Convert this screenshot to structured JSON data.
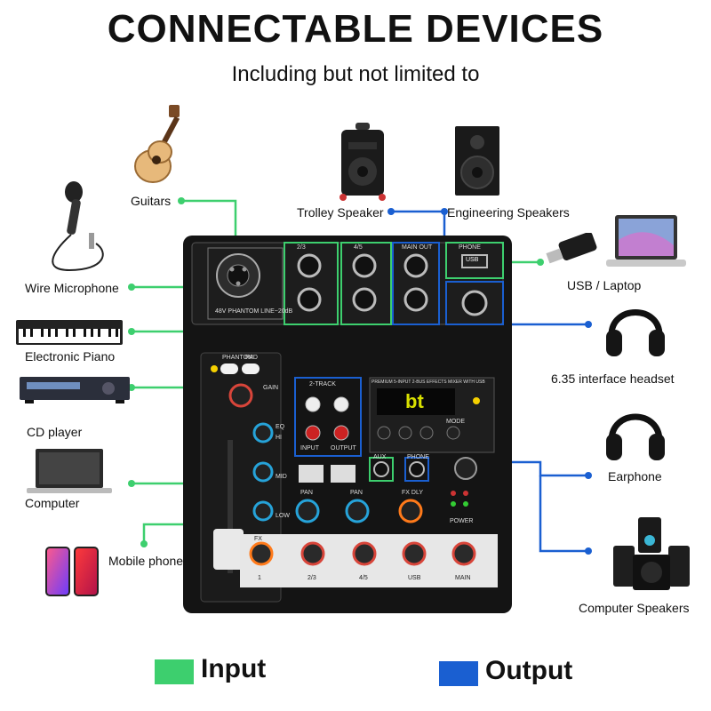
{
  "title": "CONNECTABLE DEVICES",
  "subtitle": "Including but not limited to",
  "colors": {
    "input": "#3dcf6e",
    "output": "#1a5fd1",
    "mixer": "#141414"
  },
  "devices": {
    "guitars": "Guitars",
    "wire_microphone": "Wire Microphone",
    "electronic_piano": "Electronic Piano",
    "cd_player": "CD player",
    "computer": "Computer",
    "mobile_phone": "Mobile phone",
    "trolley_speaker": "Trolley Speaker",
    "engineering_speakers": "Engineering Speakers",
    "usb_laptop": "USB / Laptop",
    "headset": "6.35 interface headset",
    "earphone": "Earphone",
    "computer_speakers": "Computer Speakers"
  },
  "mixer": {
    "section_2_3": "2/3",
    "section_4_5": "4/5",
    "main_out": "MAIN OUT",
    "phone": "PHONE",
    "usb": "USB",
    "phantom": "PHANTOM",
    "pad": "PAD",
    "gain": "GAIN",
    "eq": "EQ",
    "hi": "HI",
    "mid": "MID",
    "low": "LOW",
    "two_track": "2-TRACK",
    "input": "INPUT",
    "output": "OUTPUT",
    "effects_title": "PREMIUM 5-INPUT 2-BUS EFFECTS MIXER WITH USB",
    "display": "bt",
    "mode": "MODE",
    "aux": "AUX",
    "phone_jack": "PHONE",
    "fx_dly": "FX DLY",
    "pan": "PAN",
    "fx": "FX",
    "power": "POWER",
    "phantom_line": "48V PHANTOM LINE~20dB",
    "channels": [
      "1",
      "2/3",
      "4/5",
      "USB",
      "MAIN"
    ]
  },
  "legend": {
    "input": "Input",
    "output": "Output"
  }
}
